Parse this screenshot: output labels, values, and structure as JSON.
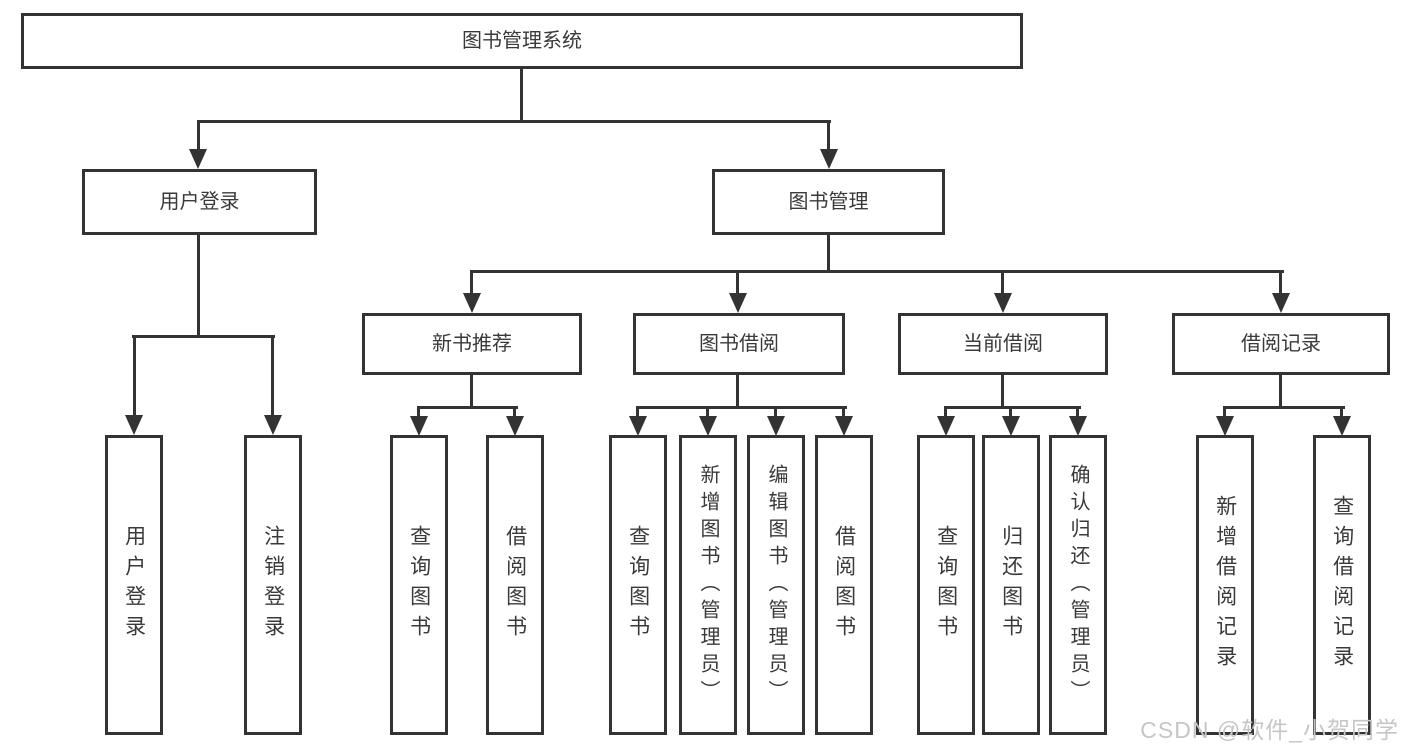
{
  "diagram": {
    "root": "图书管理系统",
    "level2": {
      "user_login": "用户登录",
      "book_management": "图书管理"
    },
    "level3": {
      "new_book_recommend": "新书推荐",
      "book_borrowing": "图书借阅",
      "current_borrowing": "当前借阅",
      "borrow_records": "借阅记录"
    },
    "leaves": {
      "user_login": "用户登录",
      "logout": "注销登录",
      "recommend_query_books": "查询图书",
      "recommend_borrow_books": "借阅图书",
      "borrowing_query_books": "查询图书",
      "borrowing_add_books": "新增图书（管理员）",
      "borrowing_edit_books": "编辑图书（管理员）",
      "borrowing_borrow_books": "借阅图书",
      "current_query_books": "查询图书",
      "current_return_books": "归还图书",
      "current_confirm_return": "确认归还（管理员）",
      "records_add_record": "新增借阅记录",
      "records_query_record": "查询借阅记录"
    }
  },
  "watermark": "CSDN @软件_小贺同学",
  "colors": {
    "line": "#333333",
    "text": "#3a3a3a",
    "background": "#ffffff",
    "watermark": "#c6c6c6"
  }
}
